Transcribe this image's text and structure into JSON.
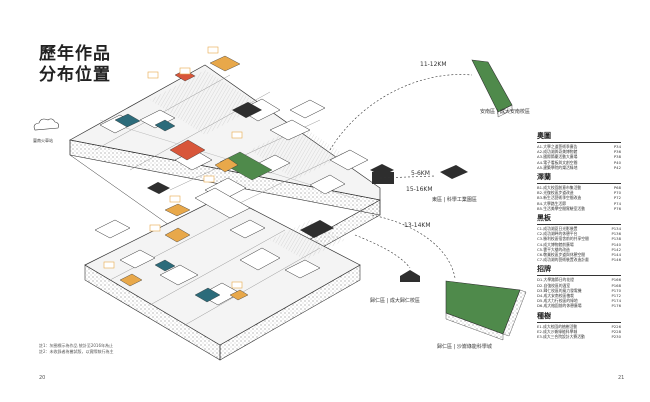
{
  "title": {
    "line1": "歷年作品",
    "line2": "分布位置"
  },
  "distances": {
    "anshun": "11-12KM",
    "zhongshi": "5-6KM",
    "guiren_near": "15-16KM",
    "guiren_far": "13-14KM"
  },
  "sites": {
    "anshun": "安南區 | 成大安南校區",
    "zhongshi": "東區 | 科學工業園區",
    "guiren_building": "歸仁區 | 成大歸仁校區",
    "guiren_field": "歸仁區 | 沙崙綠能科學城"
  },
  "map_labels": {
    "campus": "臺南火車站"
  },
  "notes": [
    "註1：灰圈標示為作品 統計至2016年為止",
    "註2：未收錄者為嘗試版，以實際執行為主"
  ],
  "page_numbers": {
    "left": "20",
    "right": "21"
  },
  "legend": [
    {
      "name": "奧圖",
      "items": [
        {
          "label": "A1.大學之道藝術季廣告",
          "page": "P34"
        },
        {
          "label": "A2.成功湖與奇美博物館",
          "page": "P36"
        },
        {
          "label": "A3.國際節慶活動大廣場",
          "page": "P38"
        },
        {
          "label": "A4.電子看板與文創空間",
          "page": "P40"
        },
        {
          "label": "A5.建築學院的樂活綠地",
          "page": "P42"
        }
      ]
    },
    {
      "name": "澤蘭",
      "items": [
        {
          "label": "B1.成大校園創意市集活動",
          "page": "P68"
        },
        {
          "label": "B2.光復校區步道改造",
          "page": "P70"
        },
        {
          "label": "B3.新生活藝術季空間改造",
          "page": "P72"
        },
        {
          "label": "B4.大學路生活節",
          "page": "P74"
        },
        {
          "label": "B5.生活美學空間實驗室活動",
          "page": "P76"
        }
      ]
    },
    {
      "name": "黑板",
      "items": [
        {
          "label": "C1.成功湖夏日光影裝置",
          "page": "P134"
        },
        {
          "label": "C2.成功湖畔的休憩平台",
          "page": "P136"
        },
        {
          "label": "C3.勝利校區宿舍前的共享空間",
          "page": "P138"
        },
        {
          "label": "C4.成大博物館前廣場",
          "page": "P140"
        },
        {
          "label": "C5.雲平大樓的改造",
          "page": "P142"
        },
        {
          "label": "C6.敬業校區步道與休憩空間",
          "page": "P144"
        },
        {
          "label": "C7.成功湖的藝術裝置改造計畫",
          "page": "P146"
        }
      ]
    },
    {
      "name": "招牌",
      "items": [
        {
          "label": "D1.大學路節日的花燈",
          "page": "P166"
        },
        {
          "label": "D2.自強校區的溫室",
          "page": "P168"
        },
        {
          "label": "D3.歸仁校區的風力發電機",
          "page": "P170"
        },
        {
          "label": "D4.成大安南校區植栽",
          "page": "P172"
        },
        {
          "label": "D5.成大力行校區的綠地",
          "page": "P174"
        },
        {
          "label": "D6.成大榕園前的休憩廣場",
          "page": "P176"
        }
      ]
    },
    {
      "name": "種樹",
      "items": [
        {
          "label": "E1.成大校園的植樹活動",
          "page": "P226"
        },
        {
          "label": "E2.成大沙崙綠能科學城",
          "page": "P228"
        },
        {
          "label": "E3.成大三合院設計大賽活動",
          "page": "P230"
        }
      ]
    }
  ],
  "colors": {
    "green": "#4f8a4b",
    "orange": "#e8a84a",
    "teal": "#2c6b7a",
    "red": "#d8563a",
    "dark": "#2e2e2e"
  }
}
